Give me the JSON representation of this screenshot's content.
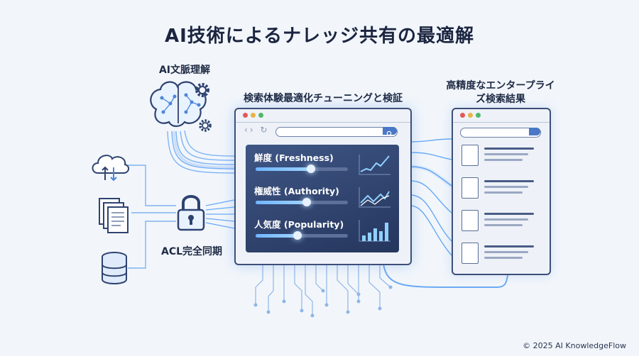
{
  "title": "AI技術によるナレッジ共有の最適解",
  "labels": {
    "ai_context": "AI文脈理解",
    "search_tuning": "検索体験最適化チューニングと検証",
    "results_line1": "高精度なエンタープライ",
    "results_line2": "ズ検索結果",
    "acl": "ACL完全同期"
  },
  "sliders": [
    {
      "label": "鮮度 (Freshness)",
      "level": 0.6
    },
    {
      "label": "権威性 (Authority)",
      "level": 0.55
    },
    {
      "label": "人気度 (Popularity)",
      "level": 0.45
    }
  ],
  "icons": {
    "brain": "brain-circuit-icon",
    "gears": "gear-icon",
    "cloud": "cloud-sync-icon",
    "documents": "documents-icon",
    "database": "database-icon",
    "lock": "lock-icon",
    "search": "search-icon"
  },
  "colors": {
    "accent": "#4a78c7",
    "panel": "#2f4370",
    "glow": "#6fb5ff"
  },
  "copyright": "© 2025 AI KnowledgeFlow"
}
